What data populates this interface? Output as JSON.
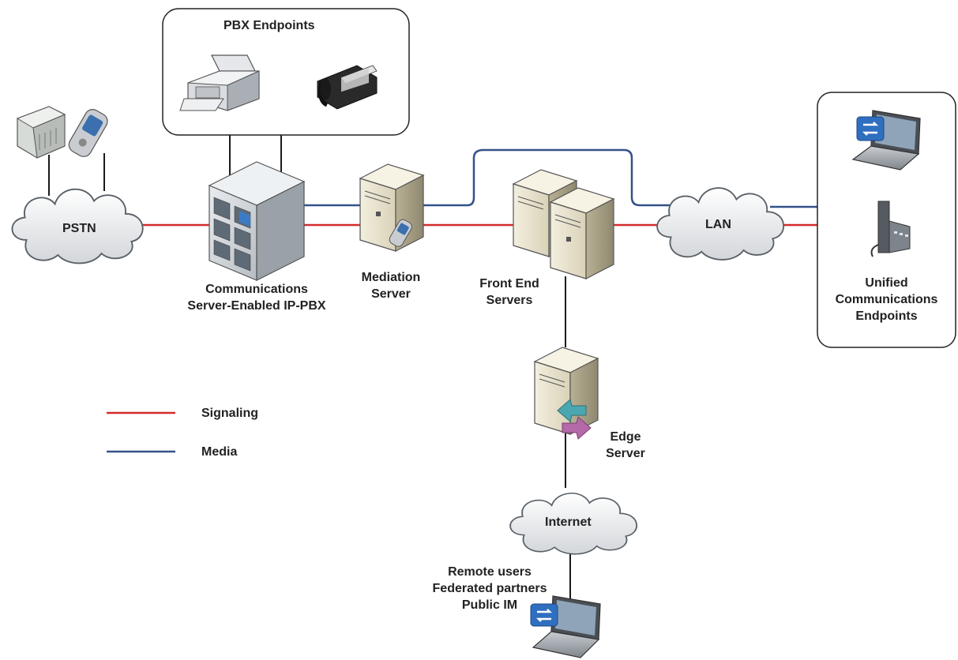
{
  "groups": {
    "pbx_endpoints": "PBX Endpoints"
  },
  "nodes": {
    "pstn": "PSTN",
    "lan": "LAN",
    "internet": "Internet",
    "ip_pbx": [
      "Communications",
      "Server-Enabled IP-PBX"
    ],
    "mediation": [
      "Mediation",
      "Server"
    ],
    "front_end": [
      "Front End",
      "Servers"
    ],
    "edge": [
      "Edge",
      "Server"
    ],
    "uc_endpoints": [
      "Unified",
      "Communications",
      "Endpoints"
    ],
    "remote": [
      "Remote users",
      "Federated partners",
      "Public IM"
    ]
  },
  "legend": {
    "signaling": "Signaling",
    "media": "Media"
  },
  "colors": {
    "signaling": "#d42a2a",
    "media": "#33528a",
    "connector": "#1a1a1a"
  }
}
